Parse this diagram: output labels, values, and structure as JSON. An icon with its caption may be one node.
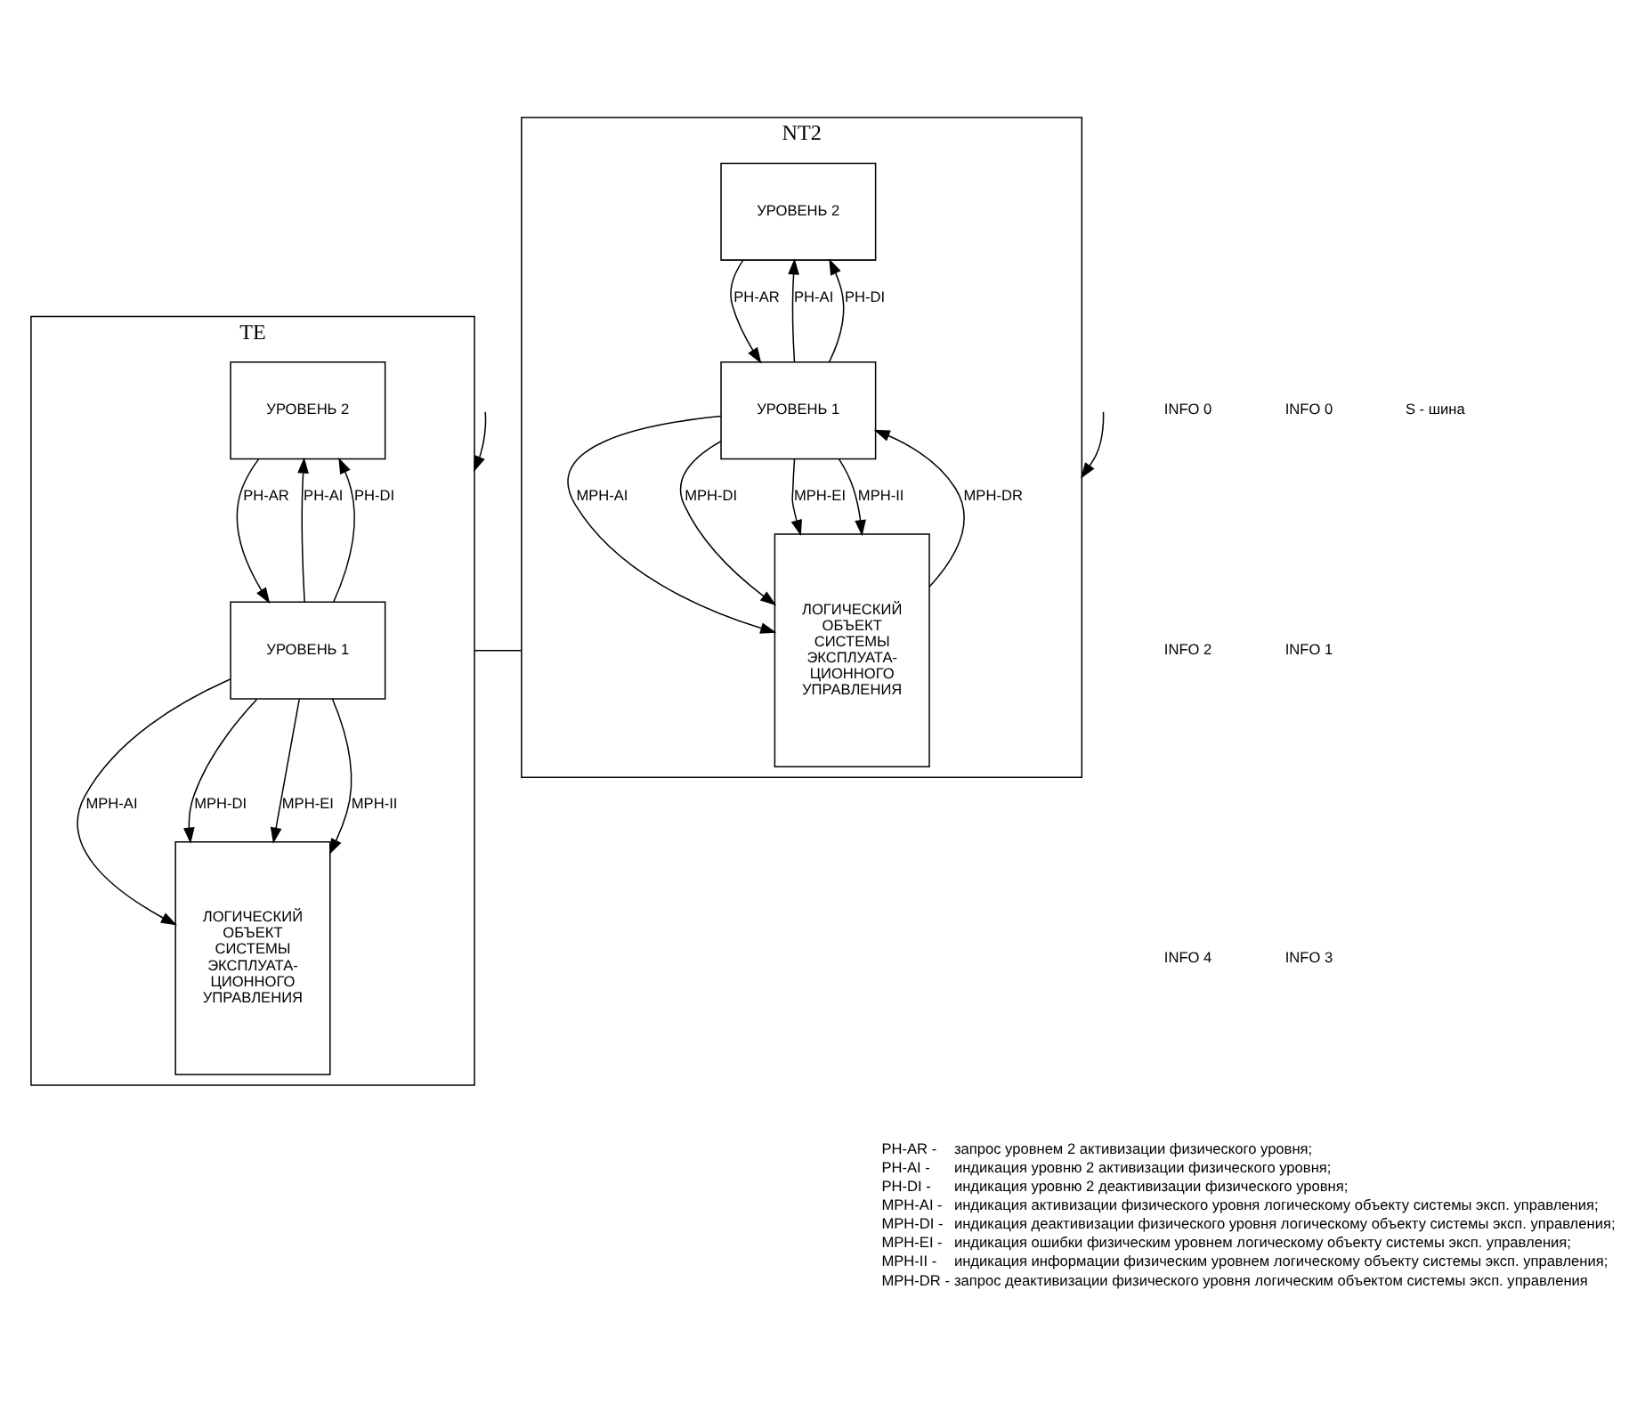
{
  "diagram": {
    "nodes": [
      {
        "text": [
          "TE"
        ]
      },
      {
        "text": [
          "ЛОГИЧЕСКИЙ ОБЪЕКТ СИСТЕМЫ ЭКСПЛУАТА- ЦИОННОГО УПРАВЛЕНИЯ"
        ],
        "in": 0
      },
      {
        "text": [
          "УРОВЕНЬ 2"
        ],
        "in": 0
      },
      {
        "text": [
          "УРОВЕНЬ 1"
        ],
        "in": 0
      },
      {
        "text": [
          "NT2"
        ]
      },
      {
        "text": [
          "УРОВЕНЬ 2"
        ],
        "in": 4
      },
      {
        "text": [
          "УРОВЕНЬ 1"
        ],
        "in": 4
      },
      {
        "text": [
          "ЛОГИЧЕСКИЙ ОБЪЕКТ СИСТЕМЫ ЭКСПЛУАТА- ЦИОННОГО УПРАВЛЕНИЯ"
        ],
        "in": 4
      }
    ],
    "edges": [
      {
        "from": 3,
        "to": 2,
        "arrow": "to",
        "label": "PH-AI"
      },
      {
        "from": 3,
        "to": 2,
        "arrow": "to",
        "label": "PH-DI"
      },
      {
        "from": 2,
        "to": 3,
        "arrow": "to",
        "label": "PH-AR"
      },
      {
        "from": 3,
        "to": 1,
        "arrow": "to",
        "label": "MPH-AI"
      },
      {
        "from": 3,
        "to": 1,
        "arrow": "to",
        "label": "MPH-DI"
      },
      {
        "from": 3,
        "to": 1,
        "arrow": "to",
        "label": "MPH-EI"
      },
      {
        "from": 3,
        "to": 1,
        "arrow": "to",
        "label": "MPH-II"
      },
      {
        "from": 6,
        "to": 5,
        "arrow": "to",
        "label": "PH-AI"
      },
      {
        "from": 6,
        "to": 5,
        "arrow": "to",
        "label": "PH-DI"
      },
      {
        "from": 5,
        "to": 6,
        "arrow": "to",
        "label": "PH-AR"
      },
      {
        "from": 7,
        "to": 6,
        "arrow": "to",
        "label": "MPH-DR"
      },
      {
        "from": 6,
        "to": 7,
        "arrow": "to",
        "label": "MPH-AI"
      },
      {
        "from": 6,
        "to": 7,
        "arrow": "to",
        "label": "MPH-DI"
      },
      {
        "from": 6,
        "to": 7,
        "arrow": "to",
        "label": "MPH-EI"
      },
      {
        "from": 6,
        "to": 7,
        "arrow": "to",
        "label": "MPH-II"
      },
      {
        "from": 0,
        "to": 4,
        "arrow": "none"
      },
      {
        "from": null,
        "to": 0,
        "arrow": "to"
      },
      {
        "from": null,
        "to": 4,
        "arrow": "to"
      }
    ],
    "labels": [
      "INFO 0",
      "INFO 2",
      "INFO 4",
      "S - шина",
      "INFO 0",
      "INFO 1",
      "INFO 3",
      "PH-AR -",
      "запрос уровнем 2 активизации физического уровня;",
      "PH-AI -",
      "индикация уровню 2 активизации физического уровня;",
      "PH-DI -",
      "индикация уровню 2 деактивизации физического уровня;",
      "MPH-AI -",
      "индикация активизации физического уровня логическому объекту системы эксп. управления;",
      "MPH-DI -",
      "индикация деактивизации физического уровня логическому объекту системы эксп. управления;",
      "MPH-EI -",
      "индикация ошибки физическим уровнем логическому объекту системы эксп. управления;",
      "MPH-II -",
      "индикация информации физическим уровнем логическому объекту системы эксп. управления;",
      "MPH-DR -",
      "запрос деактивизации физического уровня логическим объектом системы эксп. управления"
    ]
  }
}
